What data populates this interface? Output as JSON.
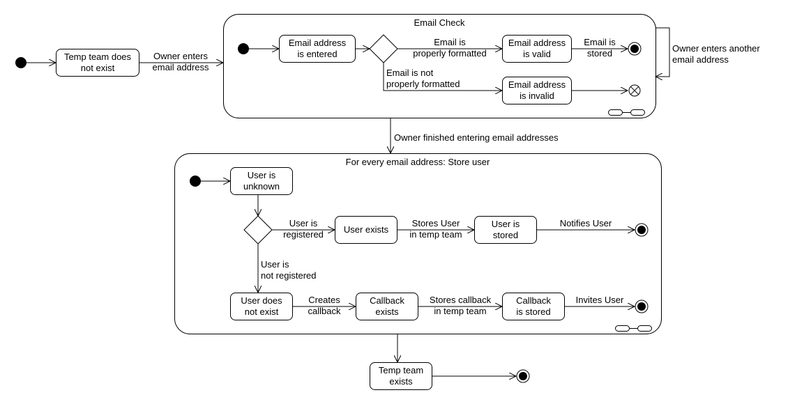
{
  "start": {
    "state": [
      "Temp team does",
      "not exist"
    ],
    "transition": [
      "Owner enters",
      "email address"
    ]
  },
  "email_check": {
    "title": "Email Check",
    "entered": [
      "Email address",
      "is entered"
    ],
    "formatted_label": [
      "Email is",
      "properly formatted"
    ],
    "valid": [
      "Email address",
      "is valid"
    ],
    "stored_label": [
      "Email is",
      "stored"
    ],
    "not_formatted_label": [
      "Email is not",
      "properly formatted"
    ],
    "invalid": [
      "Email address",
      "is invalid"
    ],
    "loop_label": [
      "Owner enters another",
      "email address"
    ]
  },
  "finished_label": "Owner finished entering email addresses",
  "store_user": {
    "title": "For every email address: Store user",
    "unknown": [
      "User is",
      "unknown"
    ],
    "registered_label": [
      "User is",
      "registered"
    ],
    "exists": "User exists",
    "stores_user_label": [
      "Stores User",
      "in temp team"
    ],
    "user_stored": [
      "User is",
      "stored"
    ],
    "notifies_label": "Notifies User",
    "not_registered_label": [
      "User is",
      "not registered"
    ],
    "not_exist": [
      "User does",
      "not exist"
    ],
    "creates_label": [
      "Creates",
      "callback"
    ],
    "callback_exists": [
      "Callback",
      "exists"
    ],
    "stores_callback_label": [
      "Stores callback",
      "in temp team"
    ],
    "callback_stored": [
      "Callback",
      "is stored"
    ],
    "invites_label": "Invites User"
  },
  "end": {
    "state": [
      "Temp team",
      "exists"
    ]
  }
}
